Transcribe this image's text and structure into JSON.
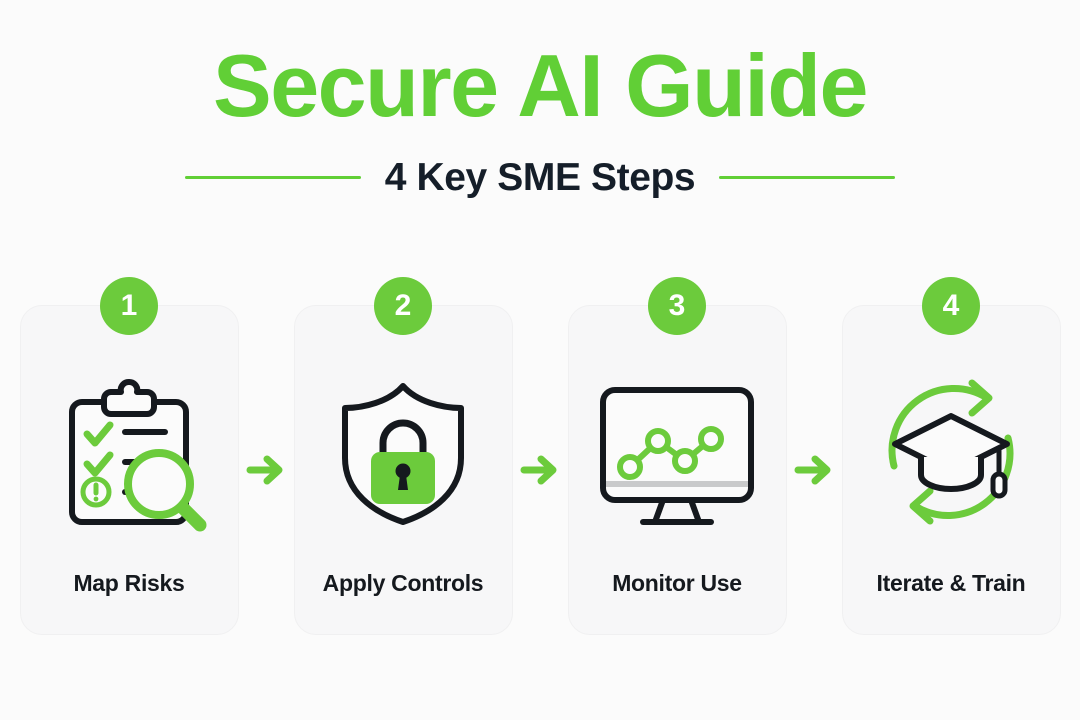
{
  "theme": {
    "background": "#fbfbfb",
    "accent_green": "#61cf36",
    "badge_green": "#6ccb3c",
    "icon_green": "#6ccb3c",
    "dark_navy": "#151e29",
    "card_background": "#f7f7f8",
    "card_border": "#f0f0f1",
    "label_color": "#15191e"
  },
  "header": {
    "title": "Secure AI Guide",
    "subtitle": "4 Key SME Steps",
    "left_rule": "",
    "right_rule": ""
  },
  "steps": [
    {
      "number": "1",
      "label": "Map Risks",
      "icon": "clipboard-checklist-magnifier-icon"
    },
    {
      "number": "2",
      "label": "Apply Controls",
      "icon": "shield-lock-icon"
    },
    {
      "number": "3",
      "label": "Monitor Use",
      "icon": "monitor-line-chart-icon"
    },
    {
      "number": "4",
      "label": "Iterate & Train",
      "icon": "graduation-cap-refresh-icon"
    }
  ],
  "connectors": [
    {
      "icon": "arrow-right-icon"
    },
    {
      "icon": "arrow-right-icon"
    },
    {
      "icon": "arrow-right-icon"
    }
  ]
}
